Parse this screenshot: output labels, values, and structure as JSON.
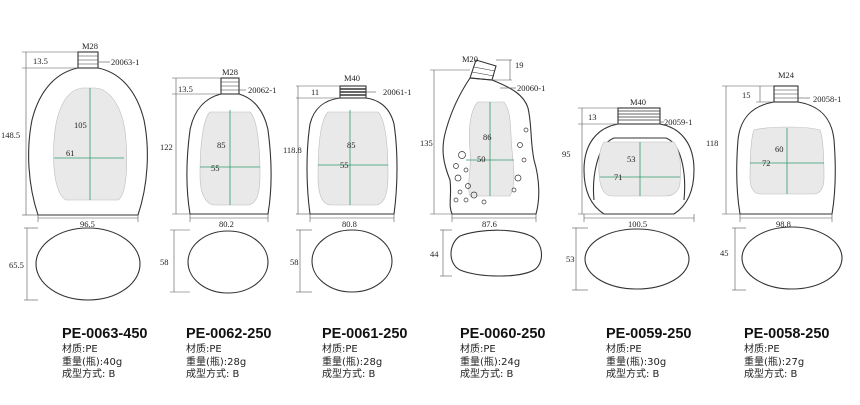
{
  "products": [
    {
      "model": "PE-0063-450",
      "material": "材质:PE",
      "weight": "重量(瓶):40g",
      "method": "成型方式: B",
      "dims": {
        "neck": "M28",
        "neck_height": "13.5",
        "height": "148.5",
        "width": "96.5",
        "depth": "65.5",
        "label_h": "105",
        "label_w": "61",
        "ref": "20063-1"
      }
    },
    {
      "model": "PE-0062-250",
      "material": "材质:PE",
      "weight": "重量(瓶):28g",
      "method": "成型方式: B",
      "dims": {
        "neck": "M28",
        "neck_height": "13.5",
        "height": "122",
        "width": "80.2",
        "depth": "58",
        "label_h": "85",
        "label_w": "55",
        "ref": "20062-1"
      }
    },
    {
      "model": "PE-0061-250",
      "material": "材质:PE",
      "weight": "重量(瓶):28g",
      "method": "成型方式: B",
      "dims": {
        "neck": "M40",
        "neck_height": "11",
        "height": "118.8",
        "width": "80.8",
        "depth": "58",
        "label_h": "85",
        "label_w": "55",
        "ref": "20061-1"
      }
    },
    {
      "model": "PE-0060-250",
      "material": "材质:PE",
      "weight": "重量(瓶):24g",
      "method": "成型方式: B",
      "dims": {
        "neck": "M20",
        "neck_height": "19",
        "height": "135",
        "width": "87.6",
        "depth": "44",
        "label_h": "86",
        "label_w": "50",
        "ref": "20060-1"
      }
    },
    {
      "model": "PE-0059-250",
      "material": "材质:PE",
      "weight": "重量(瓶):30g",
      "method": "成型方式: B",
      "dims": {
        "neck": "M40",
        "neck_height": "13",
        "height": "95",
        "width": "100.5",
        "depth": "53",
        "label_h": "53",
        "label_w": "71",
        "ref": "20059-1"
      }
    },
    {
      "model": "PE-0058-250",
      "material": "材质:PE",
      "weight": "重量(瓶):27g",
      "method": "成型方式: B",
      "dims": {
        "neck": "M24",
        "neck_height": "15",
        "height": "118",
        "width": "98.8",
        "depth": "45",
        "label_h": "60",
        "label_w": "72",
        "ref": "20058-1"
      }
    }
  ],
  "colors": {
    "line": "#333333",
    "label_fill": "#e9e9e9",
    "label_axis": "#2e9a6a",
    "dim_line": "#555555"
  }
}
